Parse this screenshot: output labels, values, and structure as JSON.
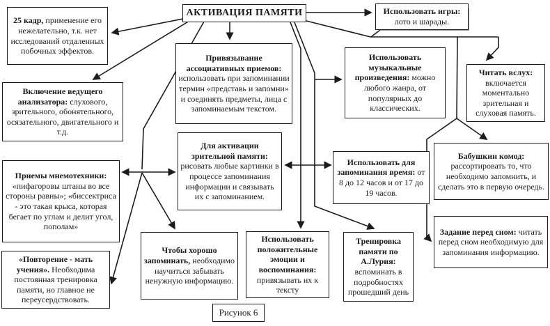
{
  "title": "АКТИВАЦИЯ ПАМЯТИ",
  "caption": "Рисунок 6",
  "boxes": [
    {
      "lead": "25 кадр,",
      "text": " применение его нежелательно, т.к. нет исследований отдаленных побочных эффектов."
    },
    {
      "lead": "Включение ведущего анализатора:",
      "text": " слухового, зрительного, обонятельного, осязательного, двигательного и т.д."
    },
    {
      "lead": "Приемы мнемотехники:",
      "text": " «пифагоровы штаны во все стороны равны»; «биссектриса - это такая крыса, которая бегает по углам и делит угол, пополам»"
    },
    {
      "lead": "«Повторение - мать учения».",
      "text": " Необходима постоянная тренировка памяти, но главное не переусердствовать."
    },
    {
      "lead": "Привязывание ассоциативных приемов:",
      "text": " использовать при запоминании термин «представь и запомни» и соединять предметы, лица с запоминаемым текстом."
    },
    {
      "lead": "Для активации зрительной памяти:",
      "text": " рисовать любые картинки в процессе запоминания информации и связывать их с запоминанием."
    },
    {
      "lead": "Чтобы хорошо запоминать,",
      "text": " необходимо научиться забывать ненужную информацию."
    },
    {
      "lead": "Использовать положительные эмоции и воспоминания:",
      "text": " привязывать их к тексту"
    },
    {
      "lead": "Тренировка памяти по А.Лурия:",
      "text": " вспоминать в подробностях прошедший день"
    },
    {
      "lead": "Использовать игры:",
      "text": " лото и шарады."
    },
    {
      "lead": "Использовать музыкальные произведения:",
      "text": " можно любого жанра, от популярных до классических."
    },
    {
      "lead": "Читать вслух:",
      "text": " включается моментально зрительная и слуховая память."
    },
    {
      "lead": "Использовать для запоминания время:",
      "text": " от 8 до 12 часов и от 17 до 19 часов."
    },
    {
      "lead": "Бабушкин комод:",
      "text": " рассортировать то, что необходимо запомнить, и сделать это в первую очередь."
    },
    {
      "lead": "Задание перед сном:",
      "text": " читать перед сном необходимую для запоминания информацию."
    }
  ],
  "colors": {
    "line": "#1c1c1c",
    "background": "#ffffff"
  }
}
